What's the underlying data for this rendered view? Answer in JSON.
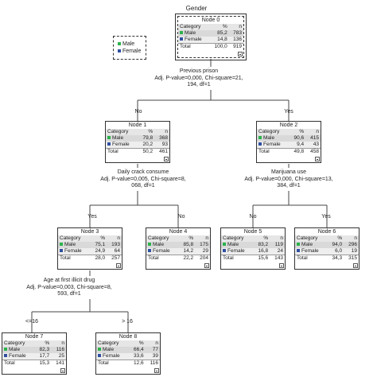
{
  "tree_title": "Gender",
  "legend": {
    "items": [
      {
        "label": "Male",
        "color": "#2bb24c"
      },
      {
        "label": "Female",
        "color": "#2f4fa0"
      }
    ]
  },
  "table_headers": {
    "category": "Category",
    "percent": "%",
    "n": "n"
  },
  "nodes": [
    {
      "id": "Node 0",
      "rows": [
        {
          "cat": "Male",
          "pct": "85,2",
          "n": "783"
        },
        {
          "cat": "Female",
          "pct": "14,8",
          "n": "136"
        }
      ],
      "total": {
        "label": "Total",
        "pct": "100,0",
        "n": "919"
      }
    },
    {
      "id": "Node 1",
      "rows": [
        {
          "cat": "Male",
          "pct": "79,8",
          "n": "368"
        },
        {
          "cat": "Female",
          "pct": "20,2",
          "n": "93"
        }
      ],
      "total": {
        "label": "Total",
        "pct": "50,2",
        "n": "461"
      }
    },
    {
      "id": "Node 2",
      "rows": [
        {
          "cat": "Male",
          "pct": "90,6",
          "n": "415"
        },
        {
          "cat": "Female",
          "pct": "9,4",
          "n": "43"
        }
      ],
      "total": {
        "label": "Total",
        "pct": "49,8",
        "n": "458"
      }
    },
    {
      "id": "Node 3",
      "rows": [
        {
          "cat": "Male",
          "pct": "75,1",
          "n": "193"
        },
        {
          "cat": "Female",
          "pct": "24,9",
          "n": "64"
        }
      ],
      "total": {
        "label": "Total",
        "pct": "28,0",
        "n": "257"
      }
    },
    {
      "id": "Node 4",
      "rows": [
        {
          "cat": "Male",
          "pct": "85,8",
          "n": "175"
        },
        {
          "cat": "Female",
          "pct": "14,2",
          "n": "29"
        }
      ],
      "total": {
        "label": "Total",
        "pct": "22,2",
        "n": "204"
      }
    },
    {
      "id": "Node 5",
      "rows": [
        {
          "cat": "Male",
          "pct": "83,2",
          "n": "119"
        },
        {
          "cat": "Female",
          "pct": "16,8",
          "n": "24"
        }
      ],
      "total": {
        "label": "Total",
        "pct": "15,6",
        "n": "143"
      }
    },
    {
      "id": "Node 6",
      "rows": [
        {
          "cat": "Male",
          "pct": "94,0",
          "n": "296"
        },
        {
          "cat": "Female",
          "pct": "6,0",
          "n": "19"
        }
      ],
      "total": {
        "label": "Total",
        "pct": "34,3",
        "n": "315"
      }
    },
    {
      "id": "Node 7",
      "rows": [
        {
          "cat": "Male",
          "pct": "82,3",
          "n": "116"
        },
        {
          "cat": "Female",
          "pct": "17,7",
          "n": "25"
        }
      ],
      "total": {
        "label": "Total",
        "pct": "15,3",
        "n": "141"
      }
    },
    {
      "id": "Node 8",
      "rows": [
        {
          "cat": "Male",
          "pct": "66,4",
          "n": "77"
        },
        {
          "cat": "Female",
          "pct": "33,6",
          "n": "39"
        }
      ],
      "total": {
        "label": "Total",
        "pct": "12,6",
        "n": "116"
      }
    }
  ],
  "splits": [
    {
      "variable": "Previous prison",
      "line1": "Adj. P-value=0,000, Chi-square=21,",
      "line2": "194, df=1"
    },
    {
      "variable": "Daily crack consume",
      "line1": "Adj. P-value=0,005, Chi-square=8,",
      "line2": "068, df=1"
    },
    {
      "variable": "Marijuana use",
      "line1": "Adj. P-value=0,000, Chi-square=13,",
      "line2": "384, df=1"
    },
    {
      "variable": "Age at first illicit drug",
      "line1": "Adj. P-value=0,003, Chi-square=8,",
      "line2": "593, df=1"
    }
  ],
  "edge_labels": [
    "No",
    "Yes",
    "Yes",
    "No",
    "No",
    "Yes",
    "<=16",
    "> 16"
  ]
}
